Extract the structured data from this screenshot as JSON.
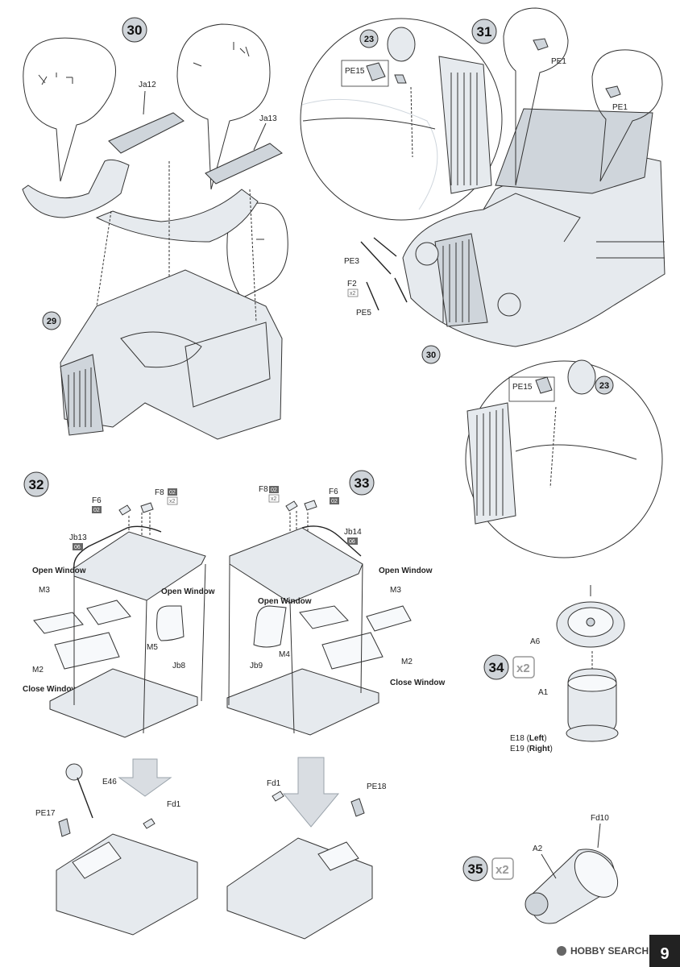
{
  "page_number": "9",
  "watermark": "HOBBY SEARCH",
  "steps": [
    {
      "number": "30",
      "labels": [
        "Ja12",
        "Ja13"
      ],
      "callout": "29"
    },
    {
      "number": "31",
      "labels": [
        "PE1",
        "PE1",
        "PE3",
        "F2",
        "PE5",
        "PE15"
      ],
      "callout_top": "23",
      "callout_bottom_ref": "30",
      "callout_lower": "23",
      "lower_label": "PE15",
      "f2_mult": "x2"
    },
    {
      "number": "32",
      "labels": [
        "F6",
        "F8",
        "Jb13",
        "M3",
        "M5",
        "M2",
        "Jb8",
        "E46",
        "PE17",
        "Fd1"
      ],
      "open_window": "Open Window",
      "close_window": "Close Window",
      "f6_tag": "02",
      "f8_tag": "02",
      "f8_mult": "x2",
      "jb13_tag": "06"
    },
    {
      "number": "33",
      "labels": [
        "F8",
        "F6",
        "Jb14",
        "M3",
        "M4",
        "M2",
        "Jb9",
        "Fd1",
        "PE18"
      ],
      "open_window": "Open Window",
      "close_window": "Close Window",
      "f6_tag": "02",
      "f8_tag": "02",
      "f8_mult": "x2",
      "jb14_tag": "06"
    },
    {
      "number": "34",
      "mult": "x2",
      "labels": [
        "A6",
        "A1"
      ],
      "e18": "E18",
      "e18_side": "Left",
      "e19": "E19",
      "e19_side": "Right"
    },
    {
      "number": "35",
      "mult": "x2",
      "labels": [
        "Fd10",
        "A2"
      ]
    }
  ]
}
